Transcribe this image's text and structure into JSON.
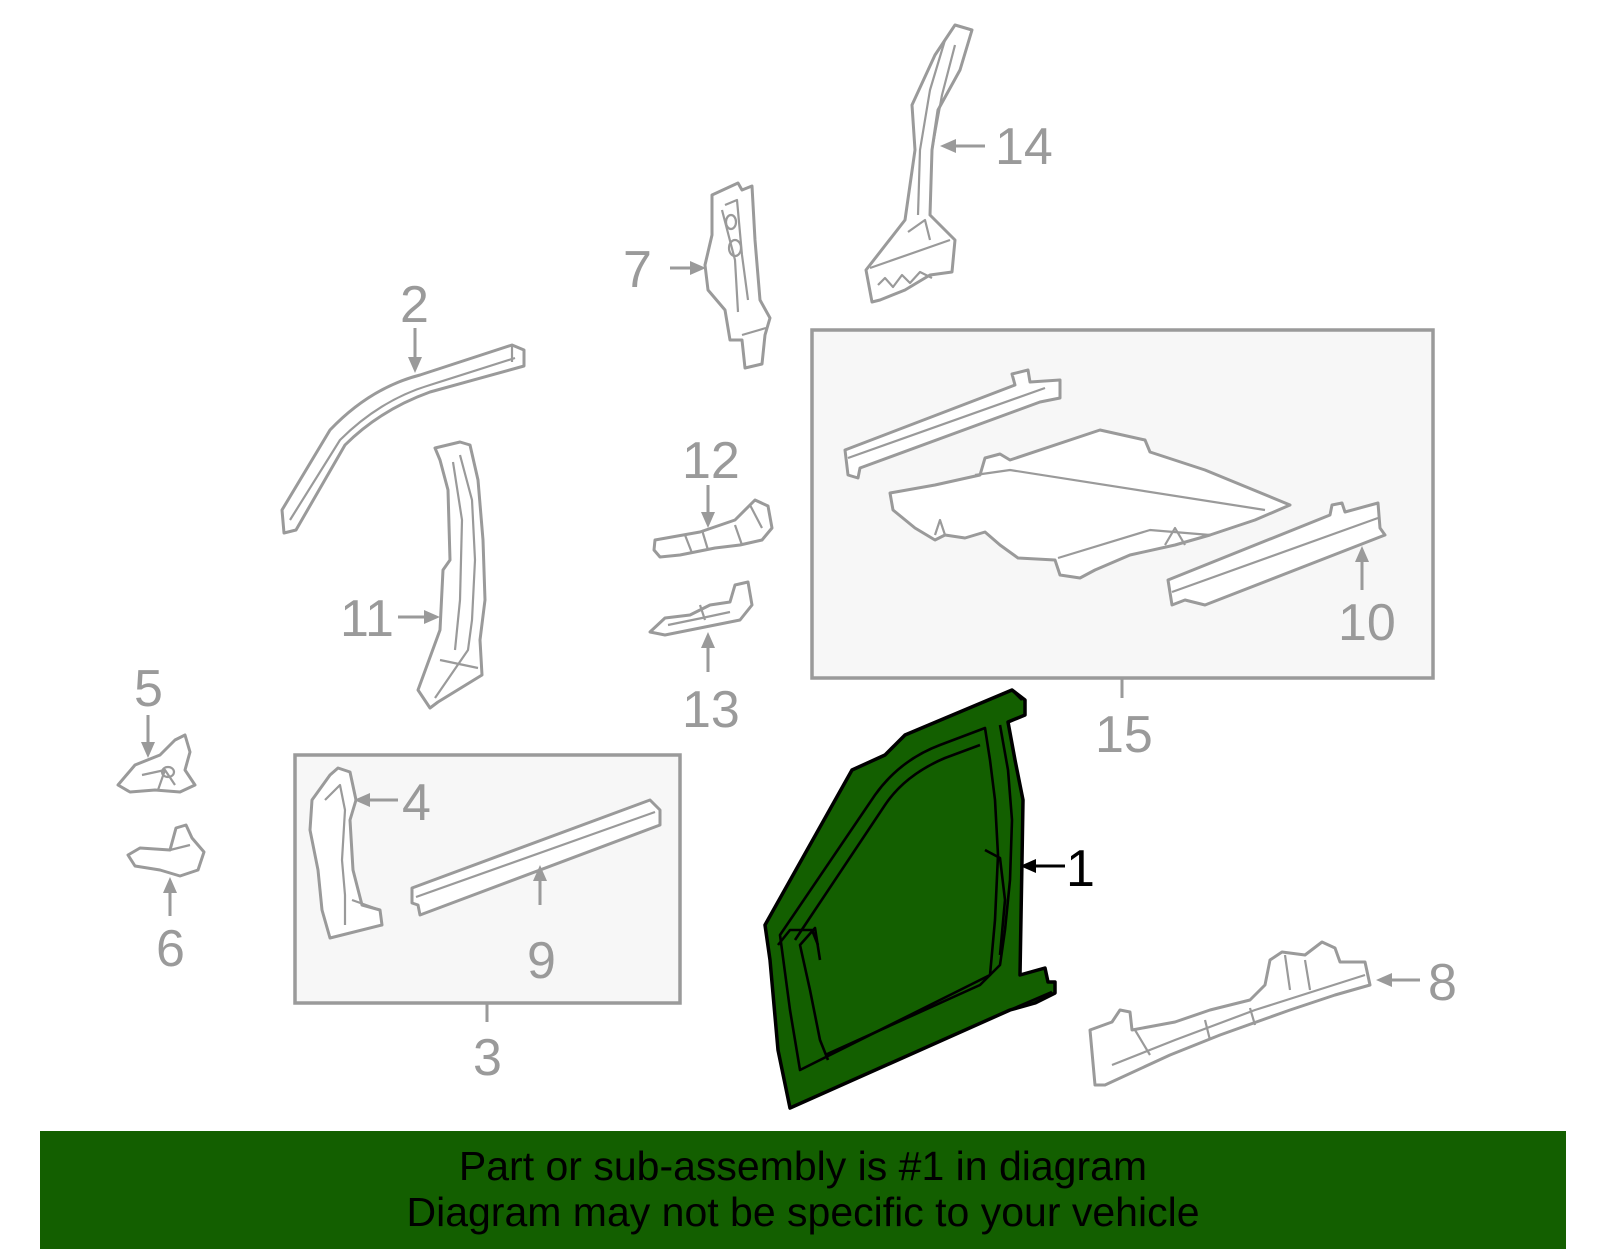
{
  "diagram": {
    "highlight_color": "#135f00",
    "line_color": "#9a9a9a",
    "callouts": {
      "c1": "1",
      "c2": "2",
      "c3": "3",
      "c4": "4",
      "c5": "5",
      "c6": "6",
      "c7": "7",
      "c8": "8",
      "c9": "9",
      "c10": "10",
      "c11": "11",
      "c12": "12",
      "c13": "13",
      "c14": "14",
      "c15": "15"
    }
  },
  "banner": {
    "line1": "Part or sub-assembly is #1 in diagram",
    "line2": "Diagram may not be specific to your vehicle",
    "background": "#135f00"
  }
}
